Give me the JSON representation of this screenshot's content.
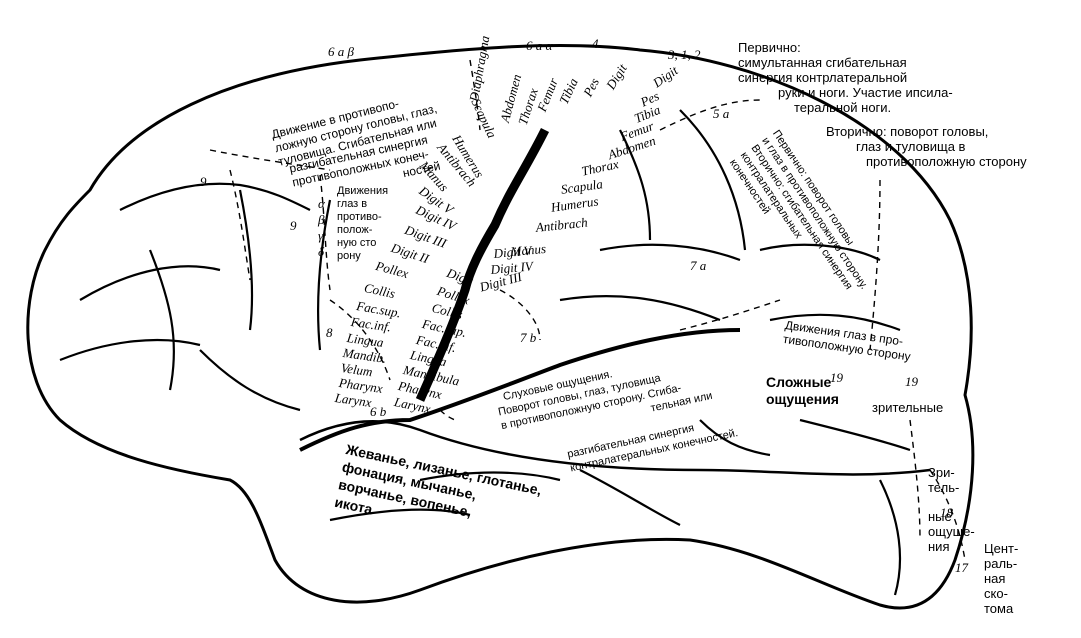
{
  "fields": {
    "f6ab": "6 a β",
    "f6aa": "6 a α",
    "f4": "4",
    "f312": "3, 1, 2",
    "f5a": "5 a",
    "f9a": "9",
    "f9b": "9",
    "f7a": "7 a",
    "f7b": "7 b",
    "f8": "8",
    "f6b": "6 b",
    "f19a": "19",
    "f19b": "19",
    "f18": "18",
    "f17": "17",
    "alpha": "α",
    "beta": "β",
    "gamma": "γ",
    "delta": "δ"
  },
  "gyrus_top": [
    "Diaphragma",
    "Abdomen",
    "Thorax",
    "Femur",
    "Tibia",
    "Pes",
    "Digit"
  ],
  "precentral": [
    "Scapula",
    "Humerus",
    "Antibrach",
    "Manus",
    "Digit V",
    "Digit IV",
    "Digit III",
    "Digit II",
    "Pollex",
    "Collis",
    "Fac.sup.",
    "Fac.inf.",
    "Lingua",
    "Mandib.",
    "Velum",
    "Pharynx",
    "Larynx"
  ],
  "central_col": [
    "Digit III",
    "Digit",
    "Pollex",
    "Collis",
    "Fac.sup.",
    "Fac.inf.",
    "Lingua",
    "Mandibula",
    "Pharynx",
    "Larynx"
  ],
  "postcentral": [
    "Digit",
    "Pes",
    "Tibia",
    "Femur",
    "Abdomen",
    "Thorax",
    "Scapula",
    "Humerus",
    "Antibrach",
    "Manus",
    "Digit IV",
    "Digit V"
  ],
  "annotations": {
    "frontal_1": [
      "Движение в противопо-",
      "ложную сторону головы, глаз,",
      "туловища. Сгибательная или"
    ],
    "frontal_2": [
      "разгибательная синергия",
      "противоположных конеч-",
      "ностей"
    ],
    "eye": [
      "Движения",
      "глаз в",
      "противо-",
      "полож-",
      "ную сто",
      "рону"
    ],
    "primary": [
      "Первично:",
      "симультанная сгибательная",
      "синергия контрлатеральной",
      "руки и ноги. Участие ипсила-",
      "теральной ноги."
    ],
    "secondary": [
      "Вторично: поворот головы,",
      "глаз и туловища в",
      "противоположную сторону"
    ],
    "parietal": [
      "Первично: поворот головы",
      "и глаз в противоположную сторону.",
      "Вторично: сгибательная синергия",
      "контралатеральных",
      "конечностей"
    ],
    "eye_right": [
      "Движения глаз в про-",
      "тивоположную сторону"
    ],
    "complex": [
      "Сложные",
      "ощущения"
    ],
    "visual": "зрительные",
    "visual_2": [
      "Зри-",
      "тель-",
      "ные",
      "ощуще-",
      "ния"
    ],
    "scotoma": [
      "Цент-",
      "раль-",
      "ная",
      "ско-",
      "тома"
    ],
    "temporal": [
      "Слуховые ощущения.",
      "Поворот головы, глаз, туловища",
      "в противоположную сторону. Сгиба-",
      "тельная или",
      "разгибательная синергия",
      "контралатеральных конечностей."
    ],
    "speech": [
      "Жеванье, лизанье, глотанье,",
      "фонация, мычанье,",
      "ворчанье, вопенье,",
      "икота"
    ]
  }
}
